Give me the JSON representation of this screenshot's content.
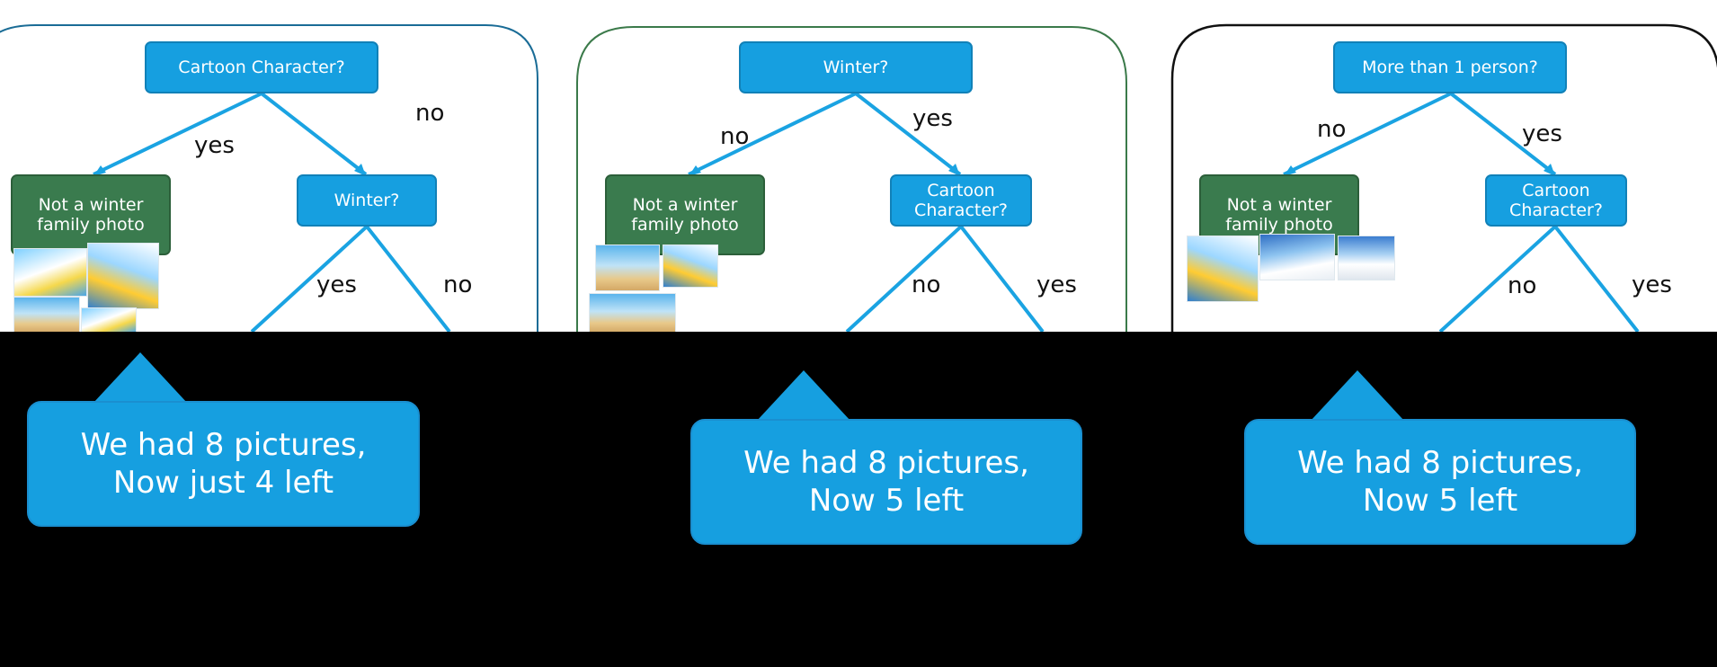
{
  "panels": [
    {
      "root": "Cartoon Character?",
      "leaf": "Not a winter family photo",
      "child": "Winter?",
      "labels": {
        "left": "yes",
        "top_right": "no",
        "child_left": "yes",
        "child_right": "no"
      },
      "border_color": "#1a6c96",
      "thumb_count": 4,
      "callout": {
        "line1": "We had 8 pictures,",
        "line2": "Now just 4 left"
      }
    },
    {
      "root": "Winter?",
      "leaf": "Not a winter family photo",
      "child": "Cartoon Character?",
      "labels": {
        "left": "no",
        "right": "yes",
        "child_left": "no",
        "child_right": "yes"
      },
      "border_color": "#3b7a4a",
      "thumb_count": 3,
      "callout": {
        "line1": "We had 8 pictures,",
        "line2": "Now 5 left"
      }
    },
    {
      "root": "More than 1 person?",
      "leaf": "Not a winter family photo",
      "child": "Cartoon Character?",
      "labels": {
        "left": "no",
        "right": "yes",
        "child_left": "no",
        "child_right": "yes"
      },
      "border_color": "#111111",
      "thumb_count": 3,
      "callout": {
        "line1": "We had 8 pictures,",
        "line2": "Now 5 left"
      }
    }
  ],
  "colors": {
    "decision_node": "#169fe0",
    "leaf_node": "#3a7b4e",
    "edge": "#1aa3e2",
    "callout": "#169fe0"
  }
}
